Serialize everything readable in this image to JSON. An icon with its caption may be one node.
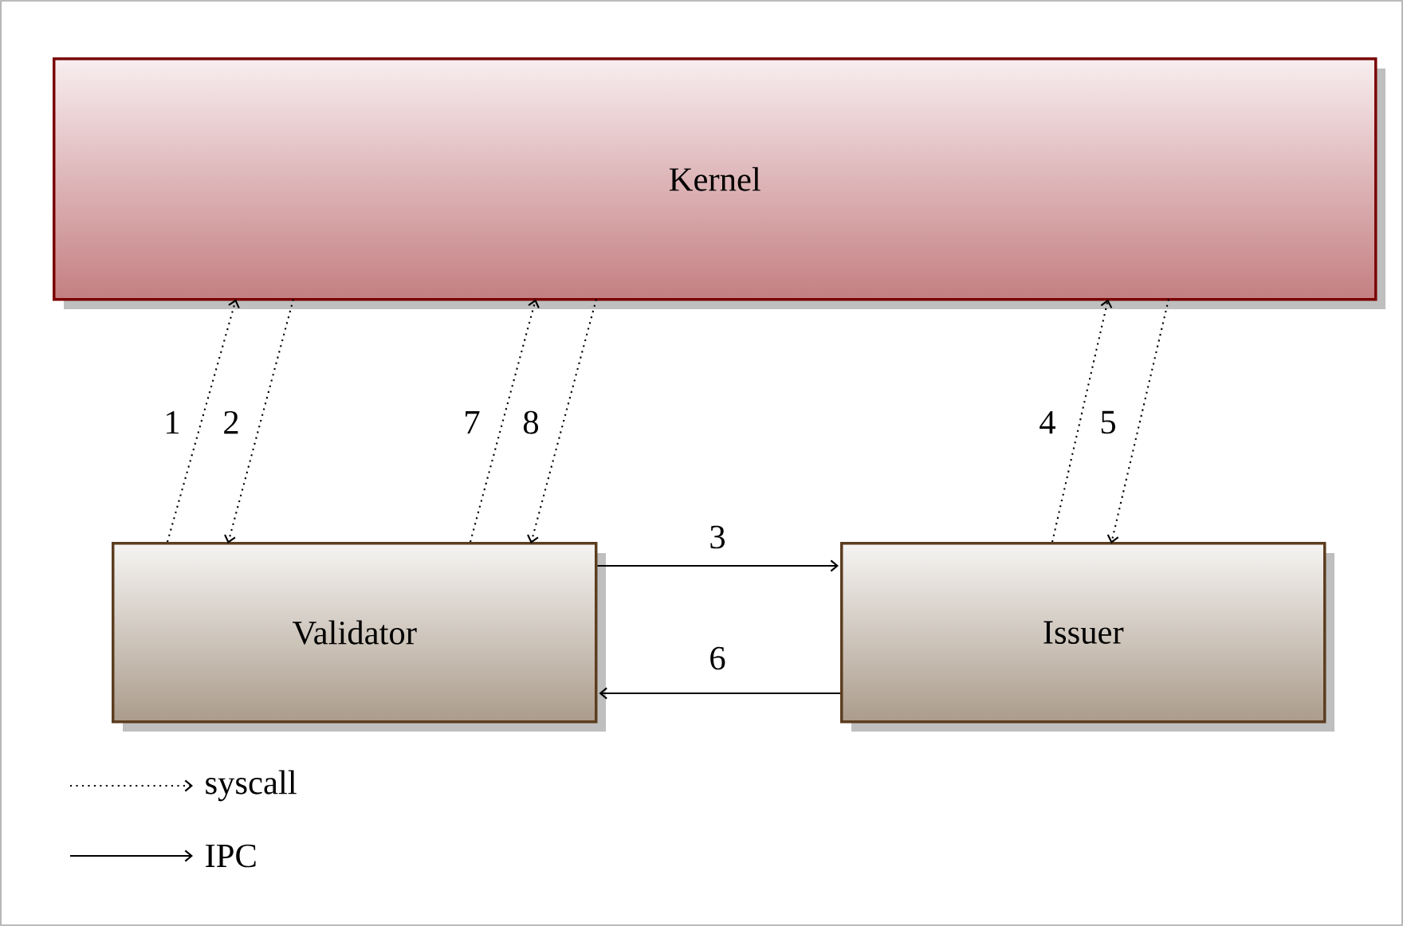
{
  "diagram": {
    "nodes": [
      {
        "text": [
          "Kernel"
        ]
      },
      {
        "text": [
          "Validator"
        ]
      },
      {
        "text": [
          "Issuer"
        ]
      }
    ],
    "edges": [
      {
        "from": 1,
        "to": 0,
        "arrow": "to",
        "label": "1",
        "style": "dashed"
      },
      {
        "from": 0,
        "to": 1,
        "arrow": "to",
        "label": "2",
        "style": "dashed"
      },
      {
        "from": 1,
        "to": 2,
        "arrow": "to",
        "label": "3"
      },
      {
        "from": 2,
        "to": 0,
        "arrow": "to",
        "label": "4",
        "style": "dashed"
      },
      {
        "from": 0,
        "to": 2,
        "arrow": "to",
        "label": "5",
        "style": "dashed"
      },
      {
        "from": 2,
        "to": 1,
        "arrow": "to",
        "label": "6"
      },
      {
        "from": 1,
        "to": 0,
        "arrow": "to",
        "label": "7",
        "style": "dashed"
      },
      {
        "from": 0,
        "to": 1,
        "arrow": "to",
        "label": "8",
        "style": "dashed"
      }
    ],
    "legend": [
      {
        "text": "syscall"
      },
      {
        "text": "IPC"
      }
    ]
  }
}
